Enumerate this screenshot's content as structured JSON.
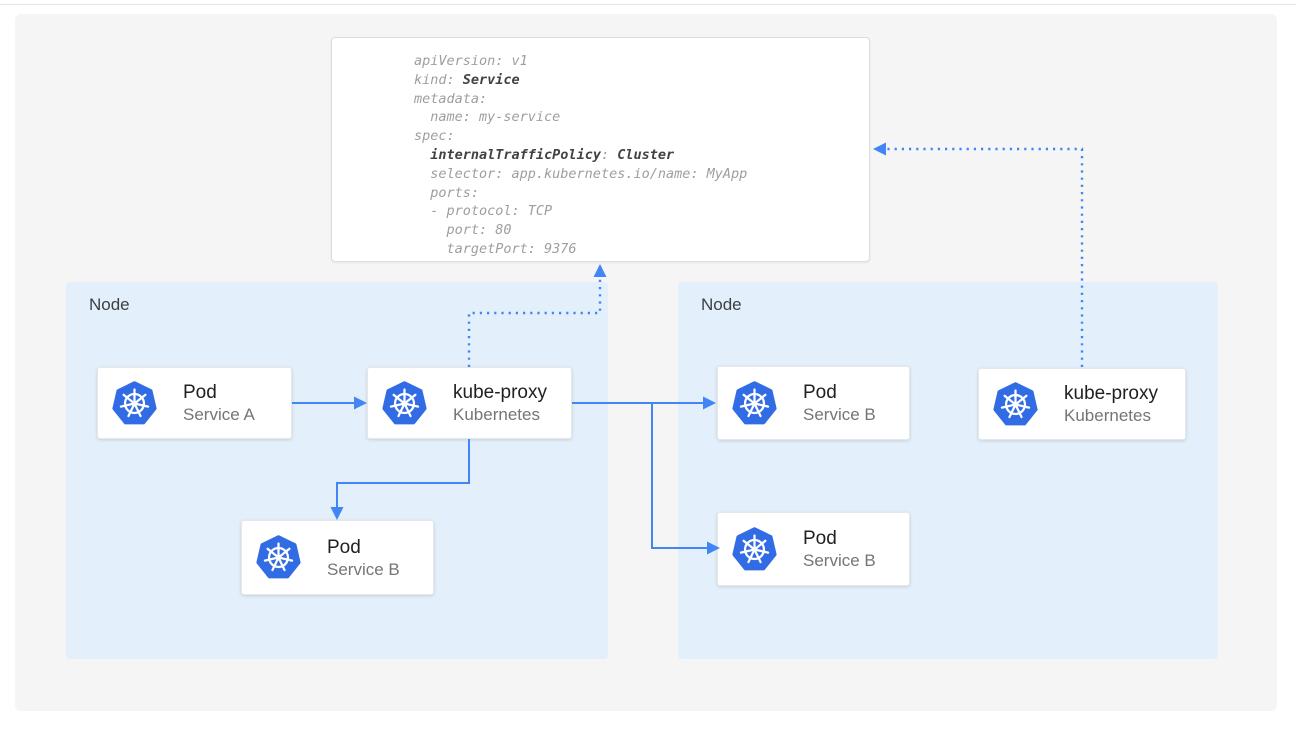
{
  "colors": {
    "arrow_blue": "#4285f4",
    "node_bg": "#e3f0fc",
    "panel_bg": "#f5f5f6",
    "k8s_icon_blue": "#326ce5",
    "code_gray": "#9e9e9e",
    "code_bold": "#424242"
  },
  "yaml_panel": {
    "lines": [
      [
        {
          "text": "apiVersion: v1"
        }
      ],
      [
        {
          "text": "kind: "
        },
        {
          "text": "Service",
          "bold": true
        }
      ],
      [
        {
          "text": "metadata:"
        }
      ],
      [
        {
          "text": "  name: my-service"
        }
      ],
      [
        {
          "text": "spec:"
        }
      ],
      [
        {
          "text": "  "
        },
        {
          "text": "internalTrafficPolicy",
          "bold": true
        },
        {
          "text": ": "
        },
        {
          "text": "Cluster",
          "bold": true
        }
      ],
      [
        {
          "text": "  selector: app.kubernetes.io/name: MyApp"
        }
      ],
      [
        {
          "text": "  ports:"
        }
      ],
      [
        {
          "text": "  - protocol: TCP"
        }
      ],
      [
        {
          "text": "    port: 80"
        }
      ],
      [
        {
          "text": "    targetPort: 9376"
        }
      ]
    ]
  },
  "nodes": [
    {
      "label": "Node"
    },
    {
      "label": "Node"
    }
  ],
  "cards": [
    {
      "icon": "kubernetes-icon",
      "title": "Pod",
      "subtitle": "Service A"
    },
    {
      "icon": "kubernetes-icon",
      "title": "kube-proxy",
      "subtitle": "Kubernetes"
    },
    {
      "icon": "kubernetes-icon",
      "title": "Pod",
      "subtitle": "Service B"
    },
    {
      "icon": "kubernetes-icon",
      "title": "Pod",
      "subtitle": "Service B"
    },
    {
      "icon": "kubernetes-icon",
      "title": "Pod",
      "subtitle": "Service B"
    },
    {
      "icon": "kubernetes-icon",
      "title": "kube-proxy",
      "subtitle": "Kubernetes"
    }
  ]
}
